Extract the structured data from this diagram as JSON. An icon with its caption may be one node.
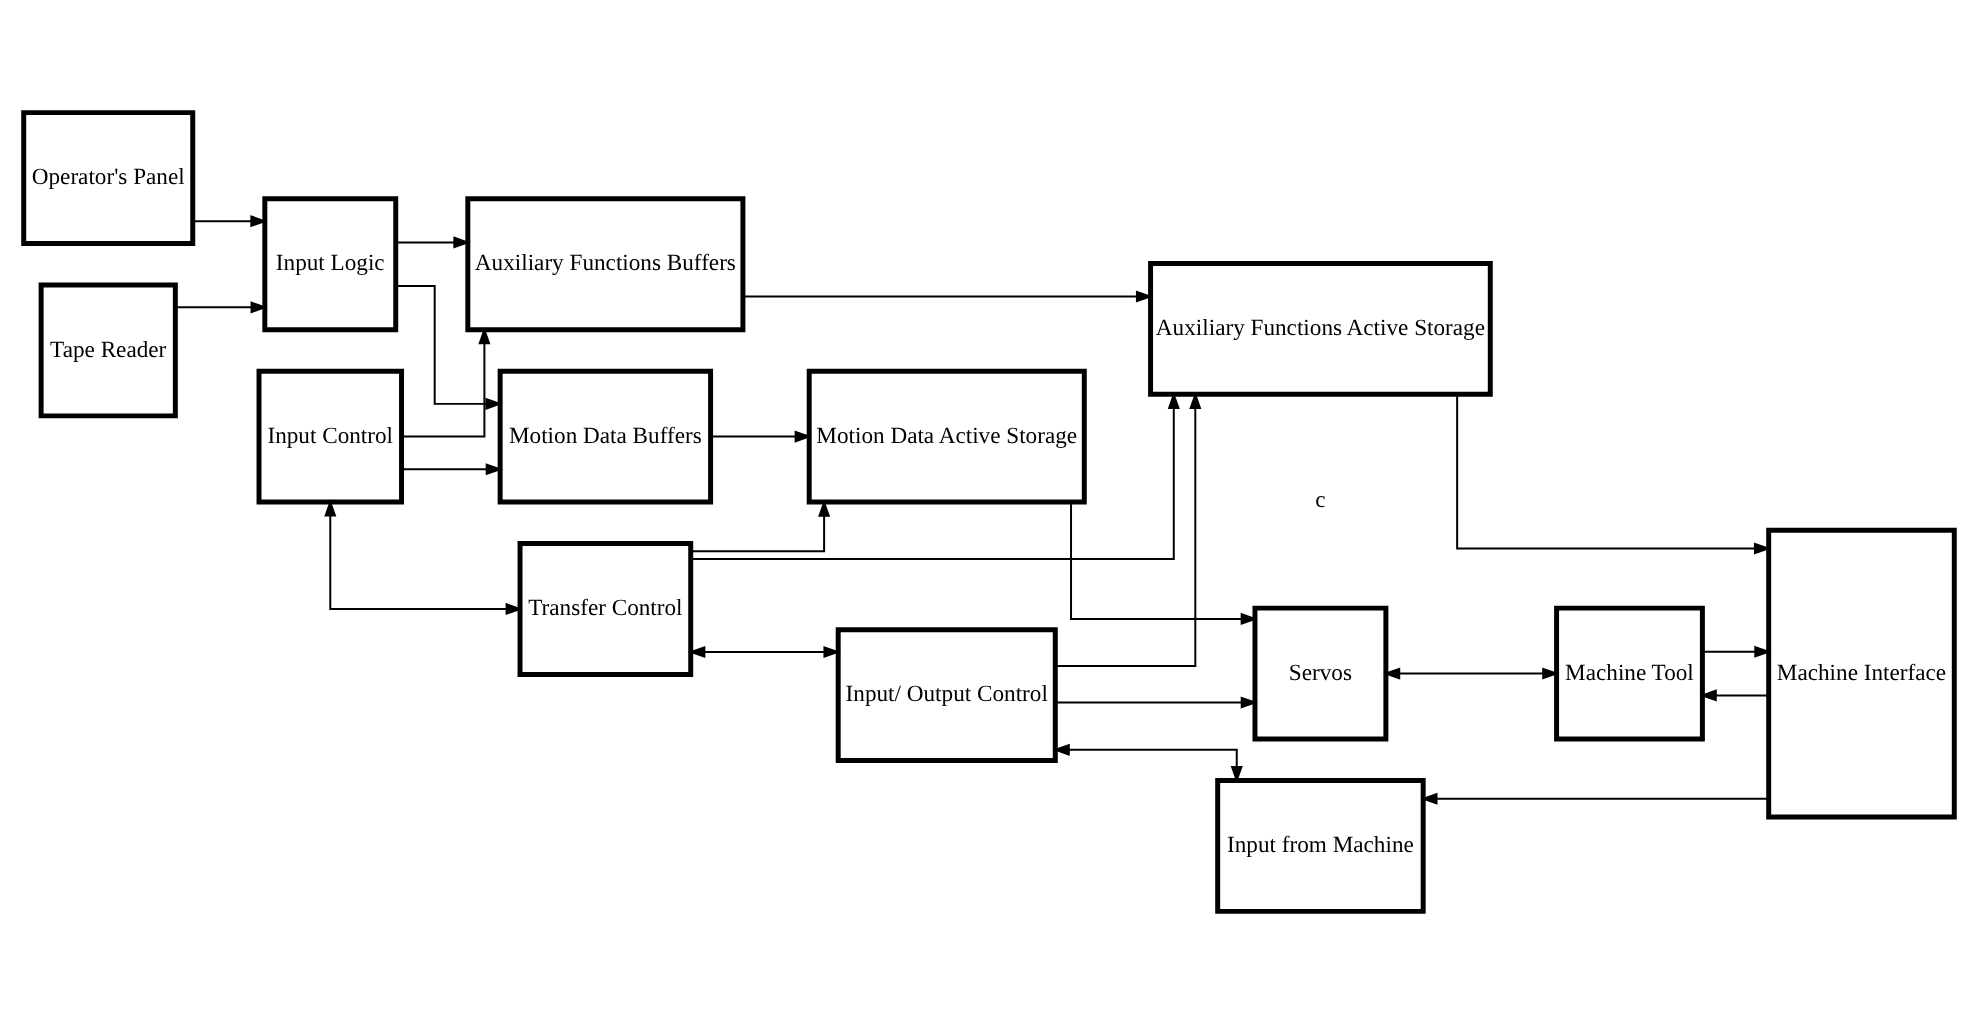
{
  "diagram": {
    "nodes": [
      {
        "text": [
          "Operator's Panel"
        ]
      },
      {
        "text": [
          "Tape Reader"
        ]
      },
      {
        "text": [
          "Input Logic"
        ]
      },
      {
        "text": [
          "Input Control"
        ]
      },
      {
        "text": [
          "Motion Data Buffers"
        ]
      },
      {
        "text": [
          "Auxiliary Functions Buffers"
        ]
      },
      {
        "text": [
          "Transfer Control"
        ]
      },
      {
        "text": [
          "Motion Data Active Storage"
        ]
      },
      {
        "text": [
          "Input/ Output Control"
        ]
      },
      {
        "text": [
          "Servos"
        ]
      },
      {
        "text": [
          "Auxiliary Functions Active Storage"
        ]
      },
      {
        "text": [
          "Input from Machine"
        ]
      },
      {
        "text": [
          "Machine Interface"
        ]
      },
      {
        "text": [
          "Machine Tool"
        ]
      }
    ],
    "edges": [
      {
        "from": 0,
        "to": 2,
        "arrow": "to"
      },
      {
        "from": 1,
        "to": 2,
        "arrow": "to"
      },
      {
        "from": 2,
        "to": 4,
        "arrow": "to"
      },
      {
        "from": 2,
        "to": 5,
        "arrow": "to"
      },
      {
        "from": 3,
        "to": 4,
        "arrow": "to"
      },
      {
        "from": 3,
        "to": 5,
        "arrow": "to"
      },
      {
        "from": 3,
        "to": 6,
        "arrow": "both"
      },
      {
        "from": 4,
        "to": 7,
        "arrow": "to"
      },
      {
        "from": 5,
        "to": 10,
        "arrow": "to"
      },
      {
        "from": 6,
        "to": 7,
        "arrow": "to"
      },
      {
        "from": 6,
        "to": 10,
        "arrow": "to"
      },
      {
        "from": 6,
        "to": 8,
        "arrow": "both"
      },
      {
        "from": 7,
        "to": 9,
        "arrow": "to"
      },
      {
        "from": 8,
        "to": 9,
        "arrow": "to"
      },
      {
        "from": 8,
        "to": 10,
        "arrow": "to"
      },
      {
        "from": 8,
        "to": 11,
        "arrow": "both"
      },
      {
        "from": 9,
        "to": 13,
        "arrow": "both"
      },
      {
        "from": 10,
        "to": 12,
        "arrow": "to"
      },
      {
        "from": 12,
        "to": 13,
        "arrow": "to"
      },
      {
        "from": 13,
        "to": 12,
        "arrow": "to"
      },
      {
        "from": 12,
        "to": 11,
        "arrow": "to"
      }
    ],
    "labels": [
      "c"
    ]
  }
}
